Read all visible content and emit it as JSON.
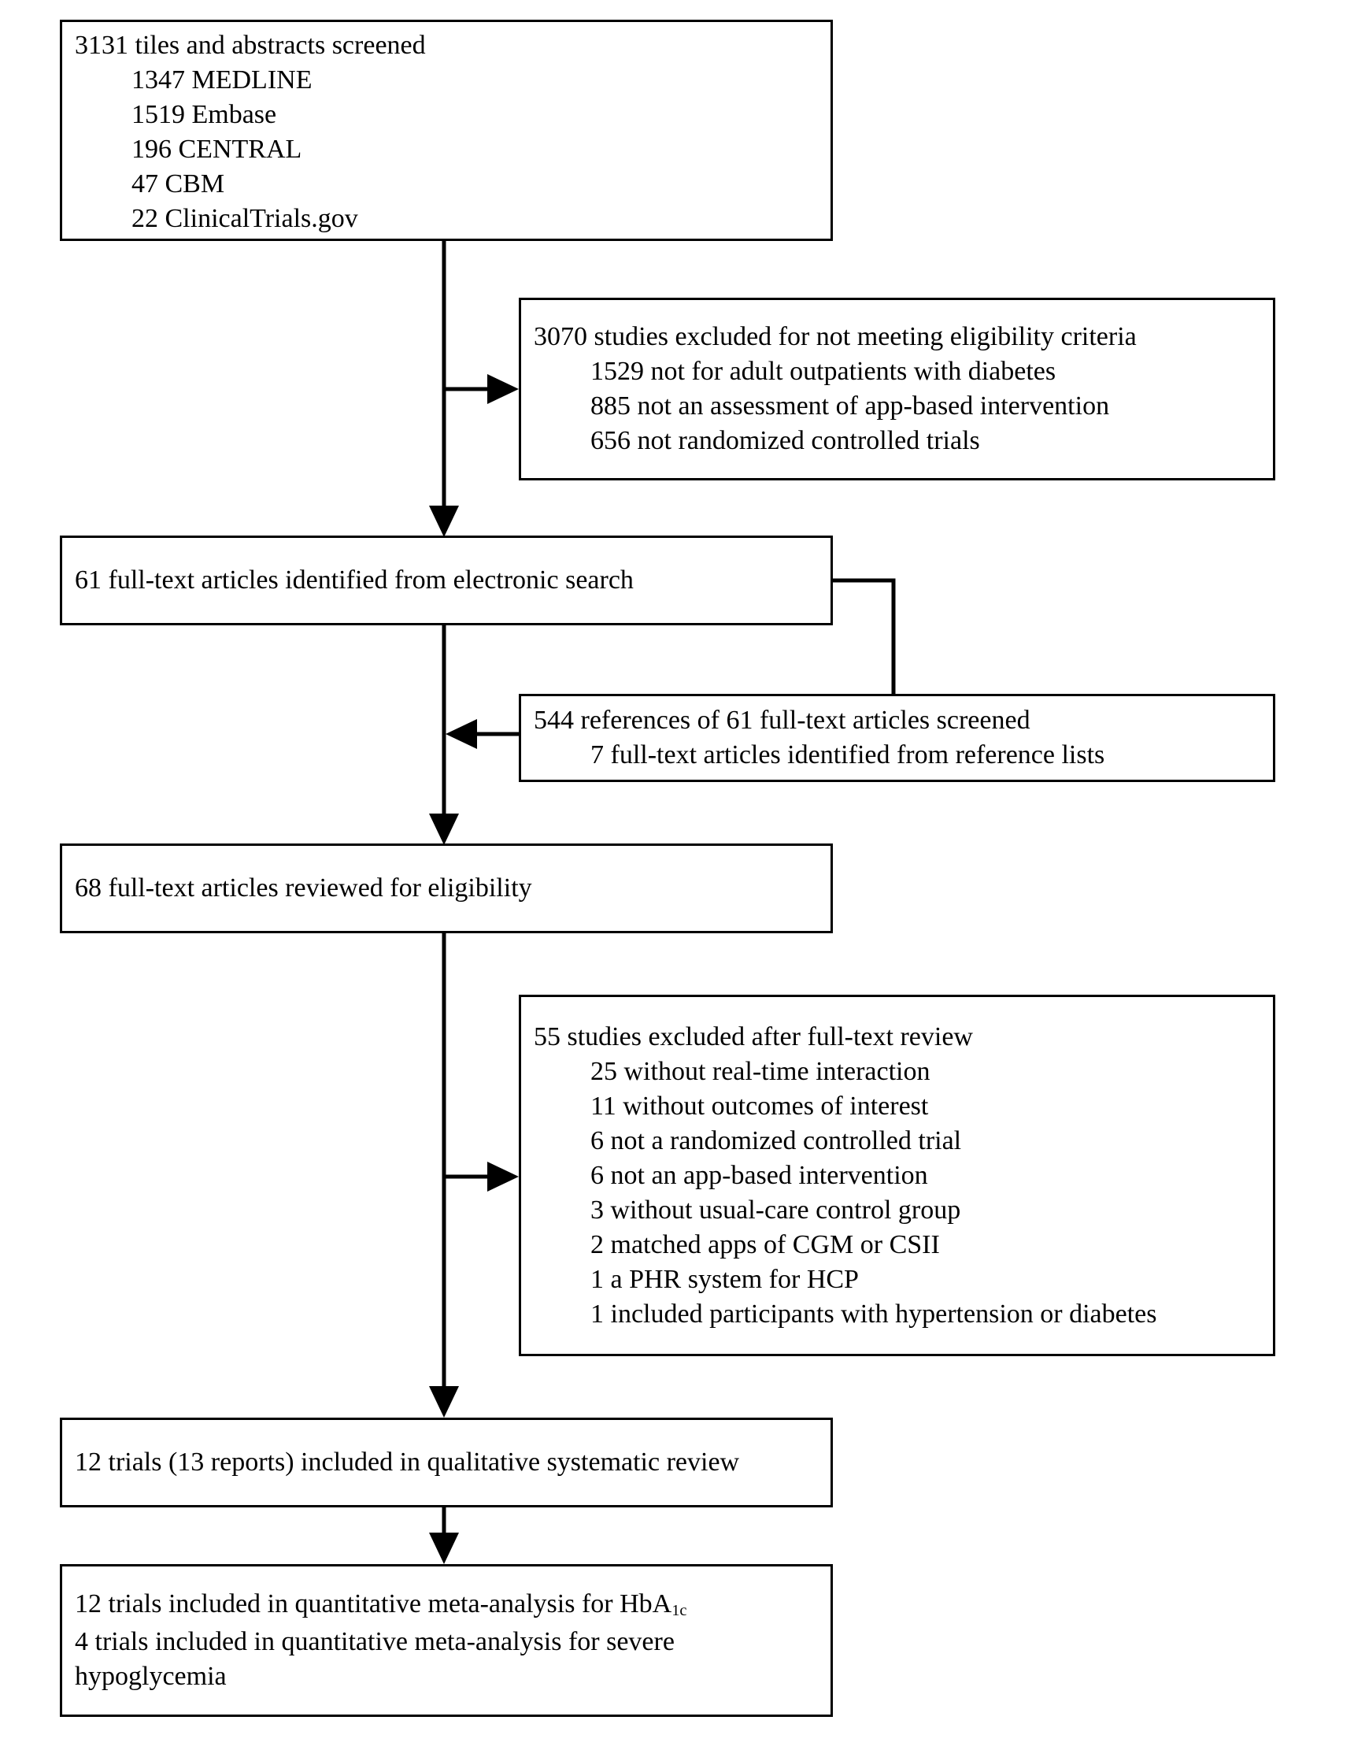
{
  "figure": {
    "background": "#ffffff",
    "line_color": "#000000",
    "boxes": [
      {
        "id": "screened",
        "lines": [
          {
            "text": "3131 tiles and abstracts screened",
            "indent": 0
          },
          {
            "text": "1347 MEDLINE",
            "indent": 1
          },
          {
            "text": "1519 Embase",
            "indent": 1
          },
          {
            "text": "196 CENTRAL",
            "indent": 1
          },
          {
            "text": "47 CBM",
            "indent": 1
          },
          {
            "text": "22 ClinicalTrials.gov",
            "indent": 1
          }
        ]
      },
      {
        "id": "excluded-screening",
        "lines": [
          {
            "text": "3070 studies excluded for not meeting eligibility criteria",
            "indent": 0
          },
          {
            "text": "1529 not for adult outpatients with diabetes",
            "indent": 1
          },
          {
            "text": "885 not an assessment of app-based intervention",
            "indent": 1
          },
          {
            "text": "656 not randomized controlled trials",
            "indent": 1
          }
        ]
      },
      {
        "id": "fulltext-identified",
        "lines": [
          {
            "text": "61 full-text articles identified from electronic search",
            "indent": 0
          }
        ]
      },
      {
        "id": "references-screened",
        "lines": [
          {
            "text": "544 references of 61 full-text articles screened",
            "indent": 0
          },
          {
            "text": "7 full-text articles identified from reference lists",
            "indent": 1
          }
        ]
      },
      {
        "id": "fulltext-reviewed",
        "lines": [
          {
            "text": "68 full-text articles reviewed for eligibility",
            "indent": 0
          }
        ]
      },
      {
        "id": "excluded-fulltext",
        "lines": [
          {
            "text": "55 studies excluded after full-text review",
            "indent": 0
          },
          {
            "text": "25 without real-time interaction",
            "indent": 1
          },
          {
            "text": "11 without outcomes of interest",
            "indent": 1
          },
          {
            "text": "6 not a randomized controlled trial",
            "indent": 1
          },
          {
            "text": "6 not an app-based intervention",
            "indent": 1
          },
          {
            "text": "3 without usual-care control group",
            "indent": 1
          },
          {
            "text": "2 matched apps of CGM or CSII",
            "indent": 1
          },
          {
            "text": "1 a PHR system for HCP",
            "indent": 1
          },
          {
            "text": "1 included participants with hypertension or diabetes",
            "indent": 1
          }
        ]
      },
      {
        "id": "qualitative-included",
        "lines": [
          {
            "text": "12 trials (13 reports) included in qualitative systematic review",
            "indent": 0
          }
        ]
      },
      {
        "id": "quantitative-included",
        "lines": [
          {
            "text": "12 trials included in quantitative meta-analysis for HbA",
            "subscript": "1c",
            "indent": 0
          },
          {
            "text": "4 trials included in quantitative meta-analysis for severe hypoglycemia",
            "indent": 0
          }
        ]
      }
    ]
  }
}
